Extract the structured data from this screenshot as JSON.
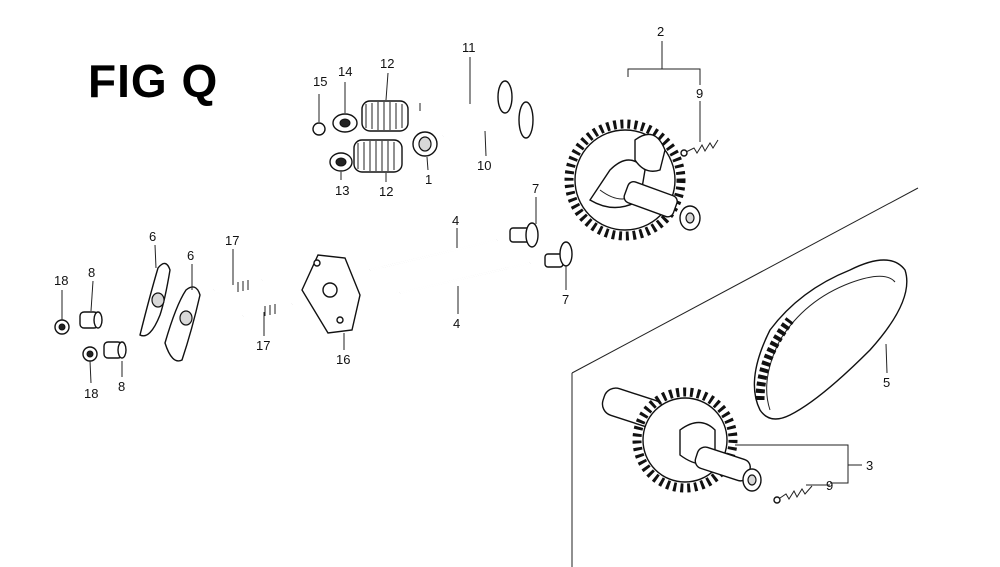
{
  "figure": {
    "title": "FIG Q"
  },
  "callouts": {
    "c1": "1",
    "c2": "2",
    "c3": "3",
    "c4a": "4",
    "c4b": "4",
    "c5": "5",
    "c6a": "6",
    "c6b": "6",
    "c7a": "7",
    "c7b": "7",
    "c8a": "8",
    "c8b": "8",
    "c9a": "9",
    "c9b": "9",
    "c10": "10",
    "c11": "11",
    "c12a": "12",
    "c12b": "12",
    "c13": "13",
    "c14": "14",
    "c15": "15",
    "c16": "16",
    "c17a": "17",
    "c17b": "17",
    "c18a": "18",
    "c18b": "18"
  }
}
